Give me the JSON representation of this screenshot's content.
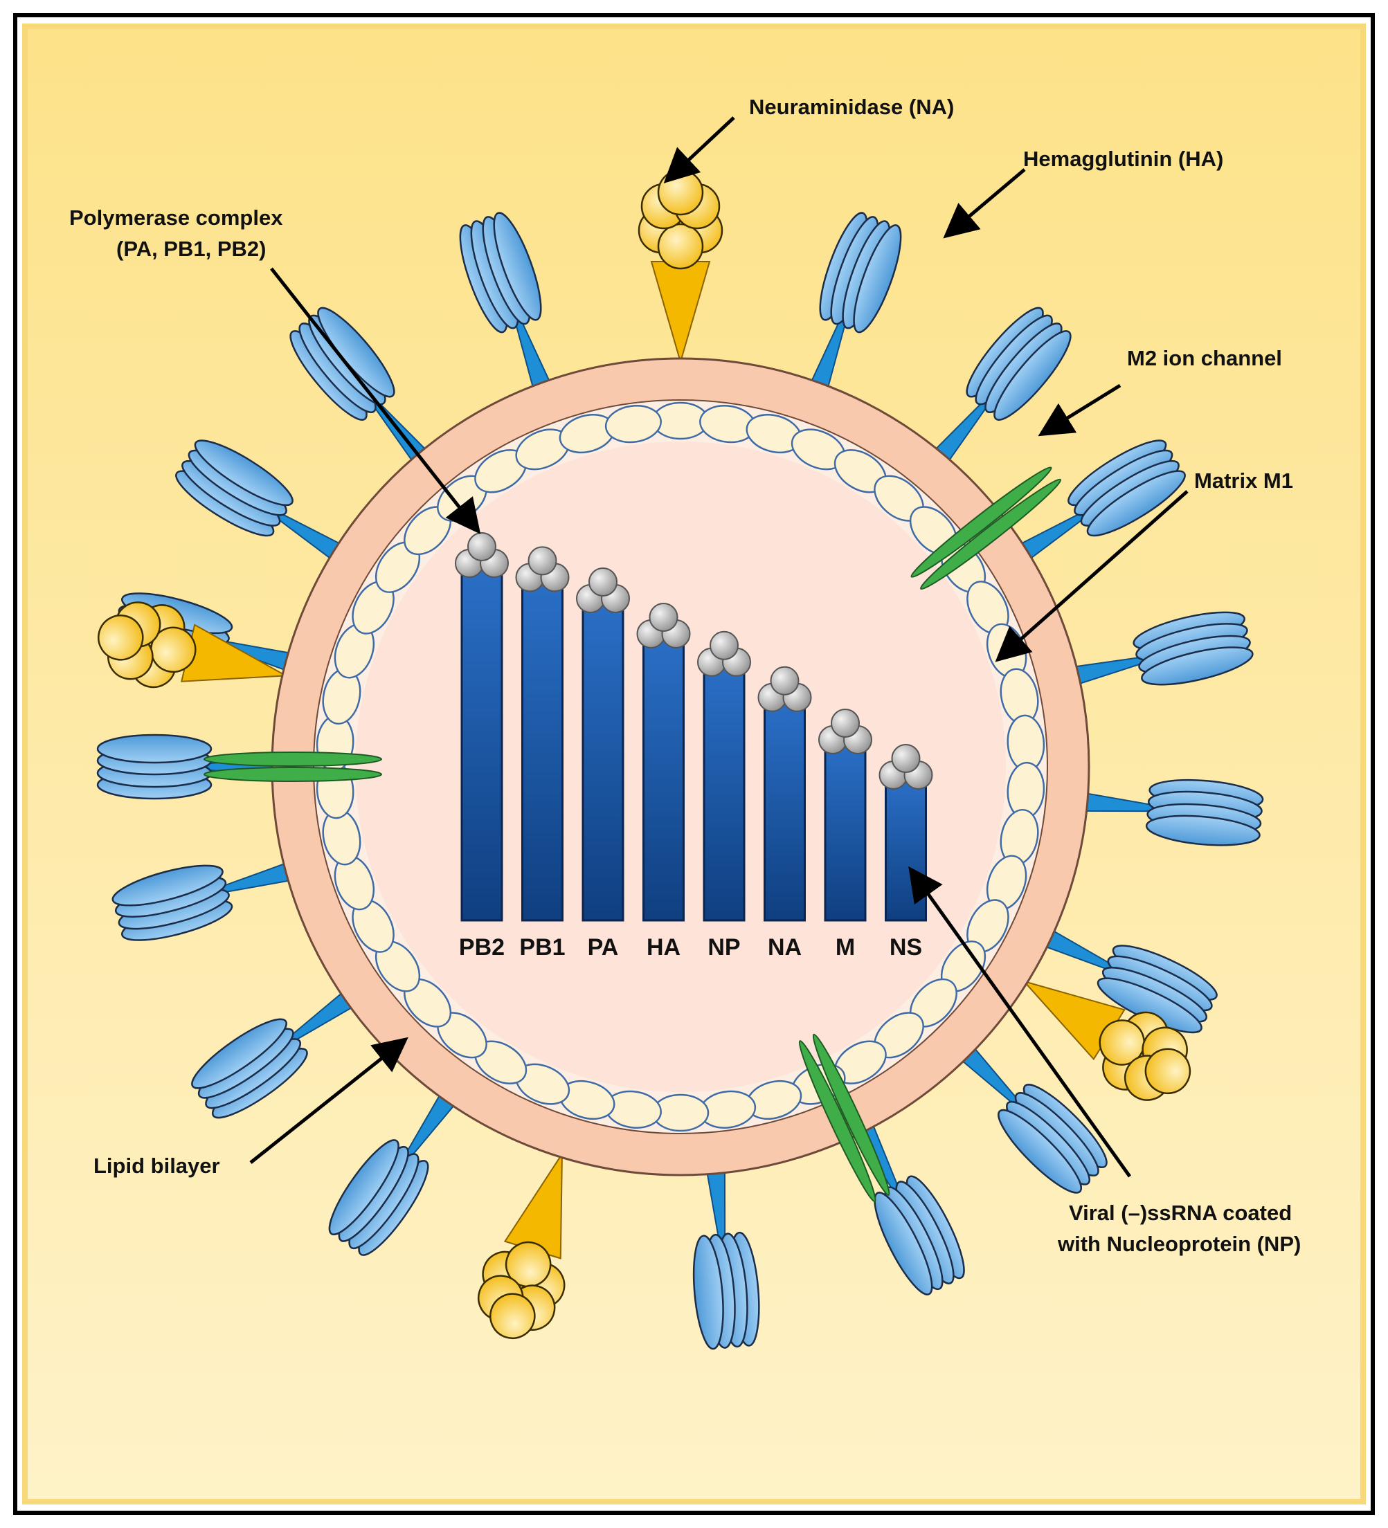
{
  "labels": {
    "neuraminidase": "Neuraminidase (NA)",
    "hemagglutinin": "Hemagglutinin (HA)",
    "polymerase_line1": "Polymerase complex",
    "polymerase_line2": "(PA, PB1, PB2)",
    "m2": "M2 ion channel",
    "matrix": "Matrix M1",
    "lipid": "Lipid bilayer",
    "rna_line1": "Viral (–)ssRNA coated",
    "rna_line2": "with Nucleoprotein (NP)"
  },
  "segments": [
    {
      "name": "PB2",
      "length": 1.0
    },
    {
      "name": "PB1",
      "length": 0.96
    },
    {
      "name": "PA",
      "length": 0.9
    },
    {
      "name": "HA",
      "length": 0.8
    },
    {
      "name": "NP",
      "length": 0.72
    },
    {
      "name": "NA",
      "length": 0.62
    },
    {
      "name": "M",
      "length": 0.5
    },
    {
      "name": "NS",
      "length": 0.4
    }
  ],
  "colors": {
    "background_top": "#fde289",
    "background_bottom": "#fef2c8",
    "envelope": "#f8c9ac",
    "interior": "#fde3d8",
    "matrix_fill": "#fdf3d2",
    "matrix_stroke": "#3f6aa6",
    "ha_blue": "#67aee6",
    "ha_stalk": "#1e8fd6",
    "na_yellow": "#f5b800",
    "m2_green": "#3fae49",
    "segment_blue": "#1f5aa6",
    "np_gray": "#a9a9a9"
  },
  "icons": [
    "hemagglutinin-spike-icon",
    "neuraminidase-spike-icon",
    "m2-channel-icon",
    "nucleoprotein-bead-icon"
  ]
}
